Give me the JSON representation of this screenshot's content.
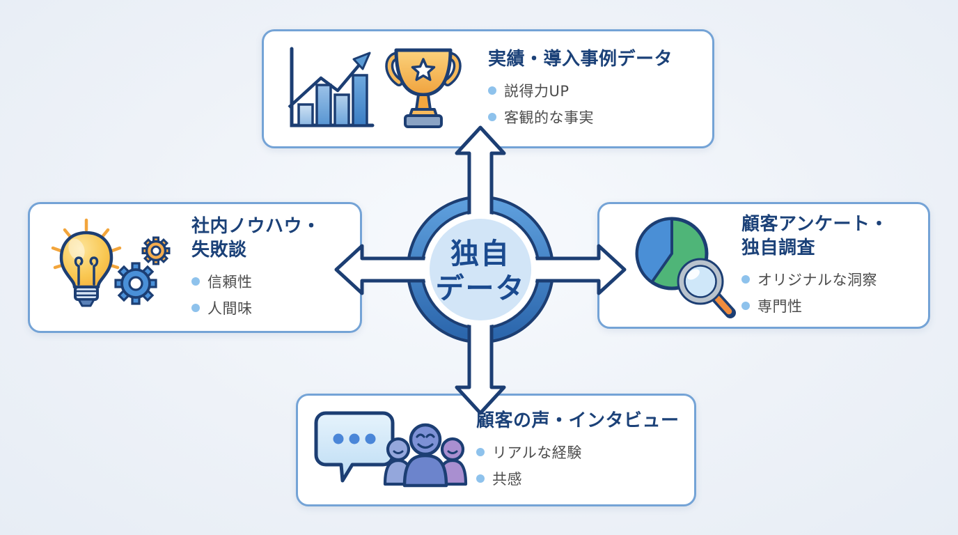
{
  "center_circle": {
    "line1": "独自",
    "line2": "データ"
  },
  "boxes": {
    "top": {
      "title_lines": [
        "実績・導入事例データ"
      ],
      "bullets": [
        "説得力UP",
        "客観的な事実"
      ],
      "icons": [
        "bar-chart-icon",
        "trophy-icon"
      ]
    },
    "left": {
      "title_lines": [
        "社内ノウハウ・",
        "失敗談"
      ],
      "bullets": [
        "信頼性",
        "人間味"
      ],
      "icons": [
        "lightbulb-icon",
        "gears-icon"
      ]
    },
    "right": {
      "title_lines": [
        "顧客アンケート・",
        "独自調査"
      ],
      "bullets": [
        "オリジナルな洞察",
        "専門性"
      ],
      "icons": [
        "pie-chart-icon",
        "magnifier-icon"
      ]
    },
    "bottom": {
      "title_lines": [
        "顧客の声・インタビュー"
      ],
      "bullets": [
        "リアルな経験",
        "共感"
      ],
      "icons": [
        "speech-bubble-icon",
        "people-group-icon"
      ]
    }
  },
  "colors": {
    "background": "#edf2f8",
    "box_background": "#ffffff",
    "box_border": "#74a3d6",
    "outline_navy": "#1c3e73",
    "title_text": "#1b4178",
    "bullet_text": "#4c4c4c",
    "bullet_dot": "#8ec2ec",
    "ring_blue_light": "#5d9edc",
    "ring_blue_dark": "#2c67ad",
    "inner_circle": "#d2e5f7",
    "center_text": "#1a4a8f",
    "arrow_fill": "#ffffff",
    "accent_orange": "#f2a53c",
    "accent_green": "#4fb578",
    "accent_blue": "#4a8fd6"
  }
}
